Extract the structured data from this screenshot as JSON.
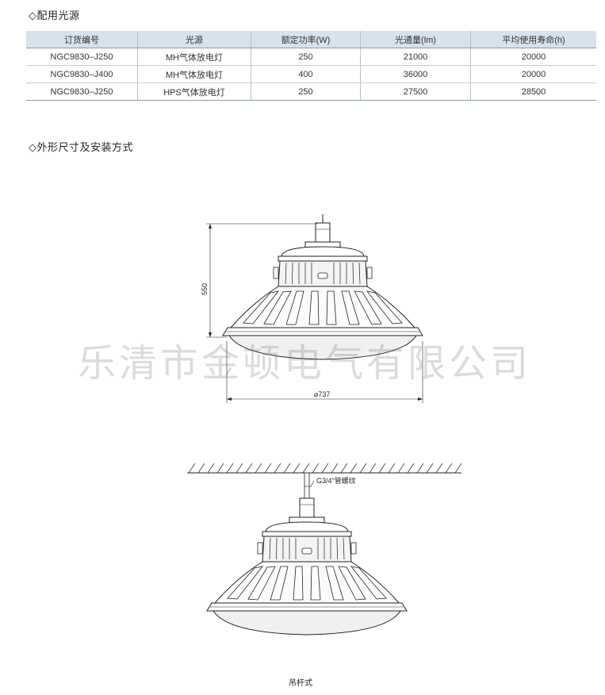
{
  "section1": {
    "title": "◇配用光源"
  },
  "table": {
    "headers": [
      "订货编号",
      "光源",
      "额定功率(W)",
      "光通量(lm)",
      "平均使用寿命(h)"
    ],
    "rows": [
      [
        "NGC9830–J250",
        "MH气体放电灯",
        "250",
        "21000",
        "20000"
      ],
      [
        "NGC9830–J400",
        "MH气体放电灯",
        "400",
        "36000",
        "20000"
      ],
      [
        "NGC9830–J250",
        "HPS气体放电灯",
        "250",
        "27500",
        "28500"
      ]
    ]
  },
  "section2": {
    "title": "◇外形尺寸及安装方式"
  },
  "dimensions": {
    "height": "550",
    "diameter": "⌀737"
  },
  "pendant": {
    "thread_label": "G3/4\"管螺纹",
    "caption": "吊杆式"
  },
  "watermark": "乐清市金顿电气有限公司"
}
